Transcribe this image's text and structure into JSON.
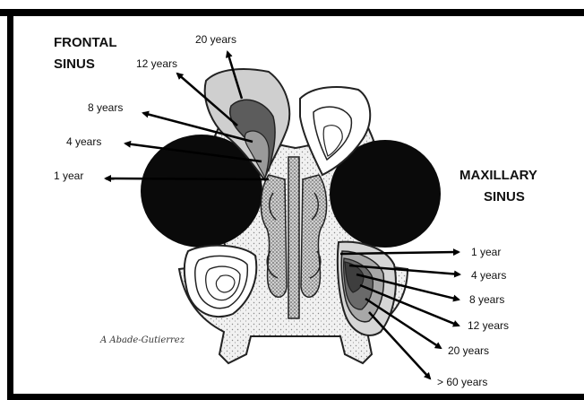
{
  "diagram": {
    "frontal": {
      "line1": "FRONTAL",
      "line2": "SINUS"
    },
    "maxillary": {
      "line1": "MAXILLARY",
      "line2": "SINUS"
    },
    "frontal_ages": [
      "20 years",
      "12 years",
      "8 years",
      "4 years",
      "1 year"
    ],
    "maxillary_ages": [
      "1 year",
      "4 years",
      "8 years",
      "12 years",
      "20 years",
      "> 60 years"
    ],
    "signature": "A Abade-Gutierrez"
  },
  "colors": {
    "orbit": "#0a0a0a",
    "frame": "#000000",
    "sinus_light": "#c8c8c8",
    "sinus_mid": "#8a8a8a",
    "sinus_dark": "#555555",
    "bone_stipple": "#e4e4e4"
  }
}
